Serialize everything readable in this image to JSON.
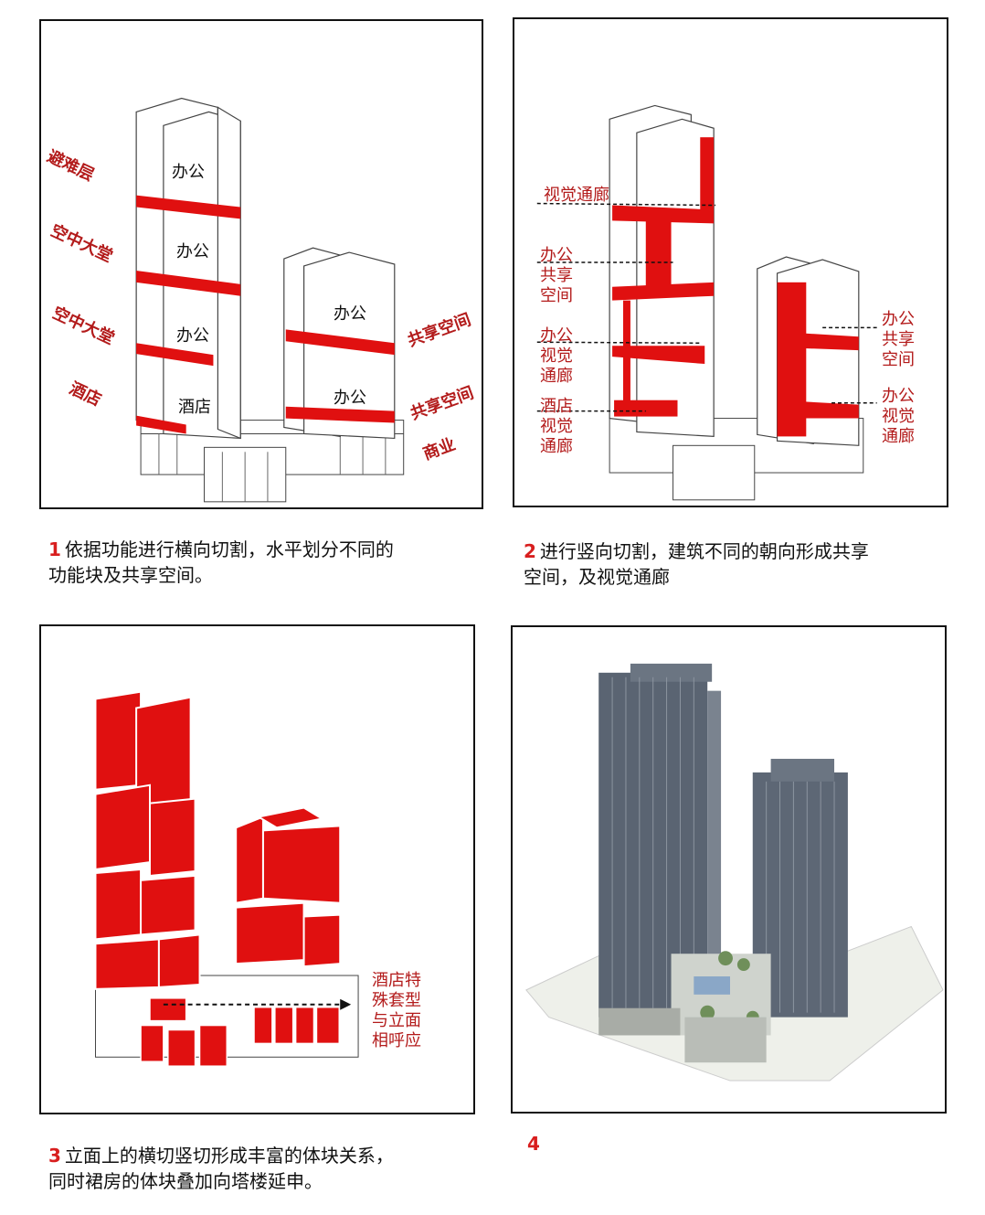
{
  "panel1": {
    "left_labels": [
      "避难层",
      "空中大堂",
      "空中大堂",
      "酒店"
    ],
    "tower_labels": [
      "办公",
      "办公",
      "办公",
      "酒店"
    ],
    "tower2_labels": [
      "办公",
      "办公"
    ],
    "right_labels": [
      "共享空间",
      "共享空间",
      "商业"
    ]
  },
  "panel2": {
    "labels": {
      "visual_corridor": "视觉通廊",
      "office_shared": [
        "办公",
        "共享",
        "空间"
      ],
      "office_visual": [
        "办公",
        "视觉",
        "通廊"
      ],
      "hotel_visual": [
        "酒店",
        "视觉",
        "通廊"
      ],
      "right_office_shared": [
        "办公",
        "共享",
        "空间"
      ],
      "right_office_visual": [
        "办公",
        "视觉",
        "通廊"
      ]
    }
  },
  "panel3": {
    "labels": [
      "酒店特",
      "殊套型",
      "与立面",
      "相呼应"
    ]
  },
  "captions": {
    "c1_num": "1",
    "c1_text": "依据功能进行横向切割，水平划分不同的",
    "c1_text2": "功能块及共享空间。",
    "c2_num": "2",
    "c2_text": "进行竖向切割，建筑不同的朝向形成共享",
    "c2_text2": "空间，及视觉通廊",
    "c3_num": "3",
    "c3_text": "立面上的横切竖切形成丰富的体块关系，",
    "c3_text2": "同时裙房的体块叠加向塔楼延申。",
    "c4_num": "4"
  },
  "colors": {
    "accent": "#e01010",
    "label_red": "#b31b1b",
    "line": "#333333"
  }
}
